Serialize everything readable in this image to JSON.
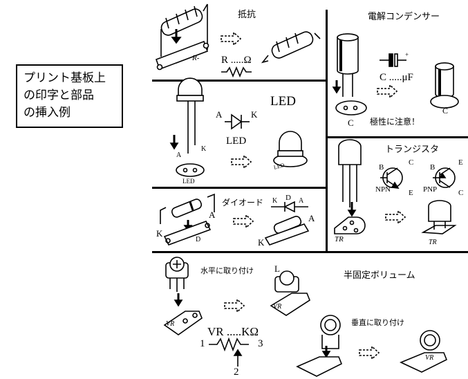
{
  "title": {
    "lines": [
      "プリント基板上",
      "の印字と部品",
      "の挿入例"
    ]
  },
  "resistor": {
    "heading": "抵抗",
    "code": "R .....Ω",
    "silk": "R-"
  },
  "capacitor": {
    "heading": "電解コンデンサー",
    "code": "C .....μF",
    "silk": "C",
    "note": "極性に注意！",
    "plus": "+",
    "silk2": "C"
  },
  "led": {
    "big_label": "LED",
    "pin_a": "A",
    "pin_k": "K",
    "symbol_label": "LED",
    "silk": "LED",
    "board_a": "A",
    "board_k": "K",
    "silk2": "LED"
  },
  "transistor": {
    "heading": "トランジスタ",
    "npn": "NPN",
    "pnp": "PNP",
    "b1": "B",
    "c1": "C",
    "e1": "E",
    "b2": "B",
    "c2": "C",
    "e2": "E",
    "silk": "TR",
    "silk2": "TR"
  },
  "diode": {
    "heading": "ダイオード",
    "pin_a": "A",
    "pin_k": "K",
    "sym_d": "D",
    "sym_k": "K",
    "sym_a": "A",
    "silk": "D",
    "board_k": "K",
    "board_a": "A"
  },
  "vr": {
    "heading": "半固定ボリューム",
    "horizontal": "水平に取り付け",
    "vertical": "垂直に取り付け",
    "code": "VR .....KΩ",
    "pin1": "1",
    "pin3": "3",
    "pin2": "2",
    "silk": "VR",
    "l_label": "L",
    "silk2": "VR",
    "silk3": "VR"
  },
  "colors": {
    "line": "#000000",
    "background": "#ffffff"
  }
}
